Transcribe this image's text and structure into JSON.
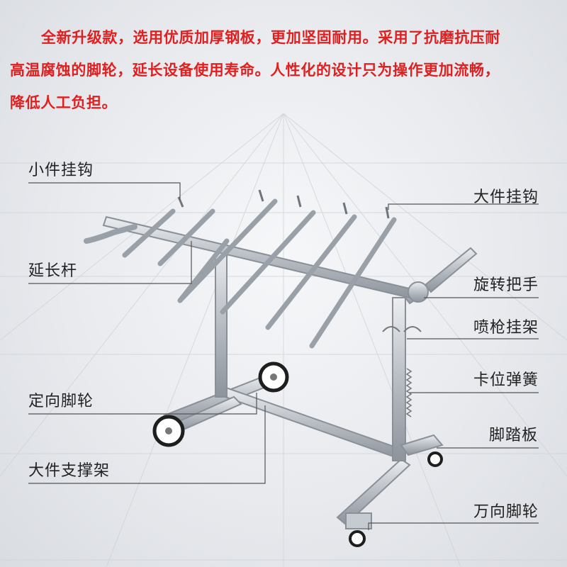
{
  "headline": {
    "line1": "全新升级款，选用优质加厚钢板，更加坚固耐用。采用了抗磨抗压耐",
    "line2": "高温腐蚀的脚轮，延长设备使用寿命。人性化的设计只为操作更加流畅，",
    "line3": "降低人工负担。"
  },
  "labels": {
    "small_hook": "小件挂钩",
    "large_hook": "大件挂钩",
    "extension_rod": "延长杆",
    "rotating_handle": "旋转把手",
    "spray_gun_holder": "喷枪挂架",
    "fixed_wheel": "定向脚轮",
    "detent_spring": "卡位弹簧",
    "foot_pedal": "脚踏板",
    "large_part_support": "大件支撑架",
    "swivel_caster": "万向脚轮"
  },
  "colors": {
    "headline": "#e02020",
    "label_text": "#222222",
    "leader_line": "#555555",
    "steel": "#b9bec5"
  }
}
